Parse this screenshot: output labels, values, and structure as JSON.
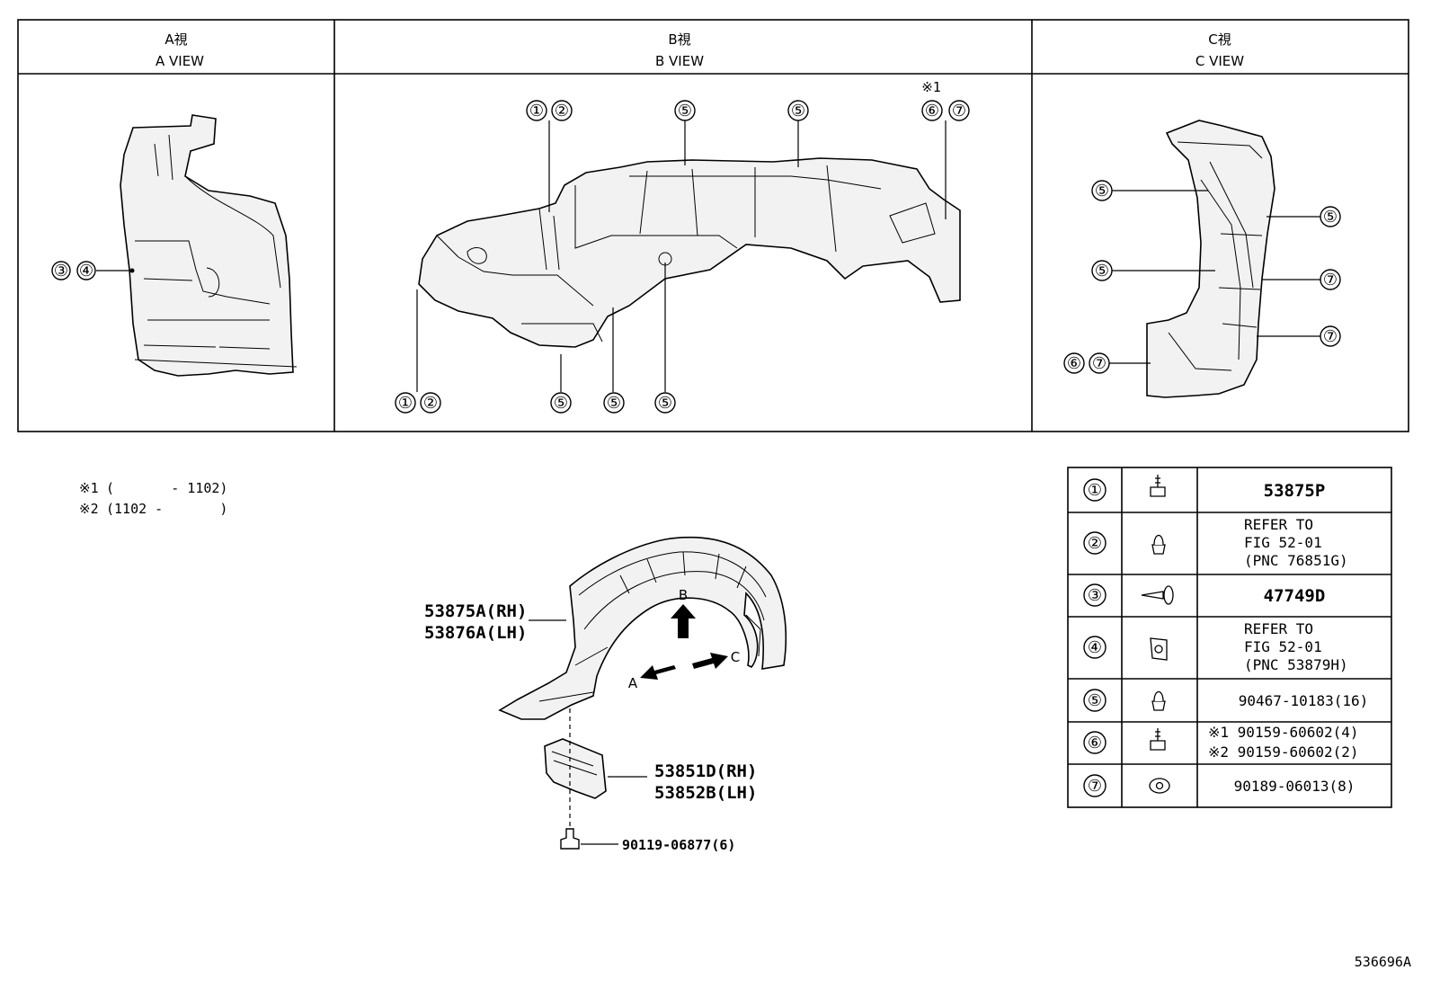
{
  "views": {
    "a": {
      "jp": "A視",
      "en": "A VIEW"
    },
    "b": {
      "jp": "B視",
      "en": "B VIEW"
    },
    "c": {
      "jp": "C視",
      "en": "C VIEW"
    }
  },
  "circle_nums": [
    "①",
    "②",
    "③",
    "④",
    "⑤",
    "⑥",
    "⑦"
  ],
  "b_view_note": "※1",
  "notes": [
    {
      "mark": "※1",
      "text": "(       - 1102)"
    },
    {
      "mark": "※2",
      "text": "(1102 -       )"
    }
  ],
  "main_parts": {
    "liner_rh": "53875A(RH)",
    "liner_lh": "53876A(LH)",
    "bracket_rh": "53851D(RH)",
    "bracket_lh": "53852B(LH)",
    "bolt": "90119-06877(6)",
    "arrow_a": "A",
    "arrow_b": "B",
    "arrow_c": "C"
  },
  "table": [
    {
      "num": "①",
      "icon": "screw-icon",
      "lines": [
        "53875P"
      ],
      "bold": true
    },
    {
      "num": "②",
      "icon": "clip-icon",
      "lines": [
        "REFER TO",
        "FIG 52-01",
        "(PNC 76851G)"
      ],
      "bold": false
    },
    {
      "num": "③",
      "icon": "push-rivet-icon",
      "lines": [
        "47749D"
      ],
      "bold": true
    },
    {
      "num": "④",
      "icon": "nut-clip-icon",
      "lines": [
        "REFER TO",
        "FIG 52-01",
        "(PNC 53879H)"
      ],
      "bold": false
    },
    {
      "num": "⑤",
      "icon": "clip-icon",
      "lines": [
        "90467-10183(16)"
      ],
      "bold": false
    },
    {
      "num": "⑥",
      "icon": "screw-icon",
      "lines": [
        "※1 90159-60602(4)",
        "※2 90159-60602(2)"
      ],
      "bold": false
    },
    {
      "num": "⑦",
      "icon": "grommet-nut-icon",
      "lines": [
        "90189-06013(8)"
      ],
      "bold": false
    }
  ],
  "figure_id": "536696A"
}
